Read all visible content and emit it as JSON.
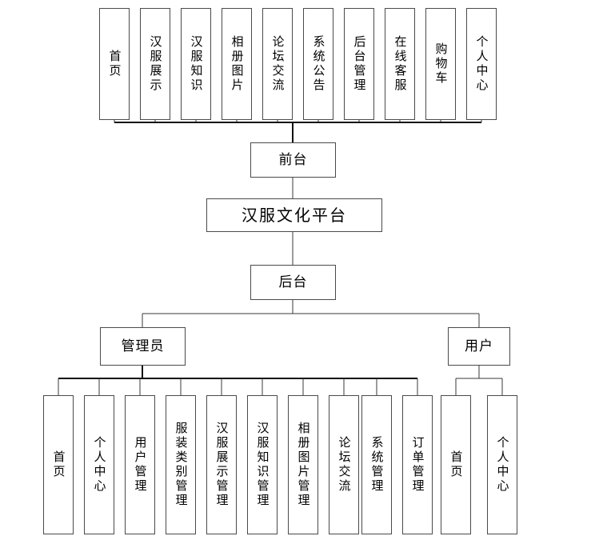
{
  "diagram": {
    "title": "汉服文化平台",
    "type": "system-structure-tree",
    "root": {
      "label": "汉服文化平台"
    },
    "branches": [
      {
        "label": "前台"
      },
      {
        "label": "后台"
      }
    ],
    "roles": [
      {
        "label": "管理员"
      },
      {
        "label": "用户"
      }
    ],
    "frontend_modules": [
      {
        "label": "首页"
      },
      {
        "label": "汉服展示"
      },
      {
        "label": "汉服知识"
      },
      {
        "label": "相册图片"
      },
      {
        "label": "论坛交流"
      },
      {
        "label": "系统公告"
      },
      {
        "label": "后台管理"
      },
      {
        "label": "在线客服"
      },
      {
        "label": "购物车"
      },
      {
        "label": "个人中心"
      }
    ],
    "admin_modules": [
      {
        "label": "首页"
      },
      {
        "label": "个人中心"
      },
      {
        "label": "用户管理"
      },
      {
        "label": "服装类别管理"
      },
      {
        "label": "汉服展示管理"
      },
      {
        "label": "汉服知识管理"
      },
      {
        "label": "相册图片管理"
      },
      {
        "label": "论坛交流"
      },
      {
        "label": "系统管理"
      },
      {
        "label": "订单管理"
      }
    ],
    "user_modules": [
      {
        "label": "首页"
      },
      {
        "label": "个人中心"
      }
    ],
    "colors": {
      "background": "#ffffff",
      "box_border": "#4a4a4a",
      "connector": "#3a3a3a",
      "text": "#000000"
    }
  }
}
